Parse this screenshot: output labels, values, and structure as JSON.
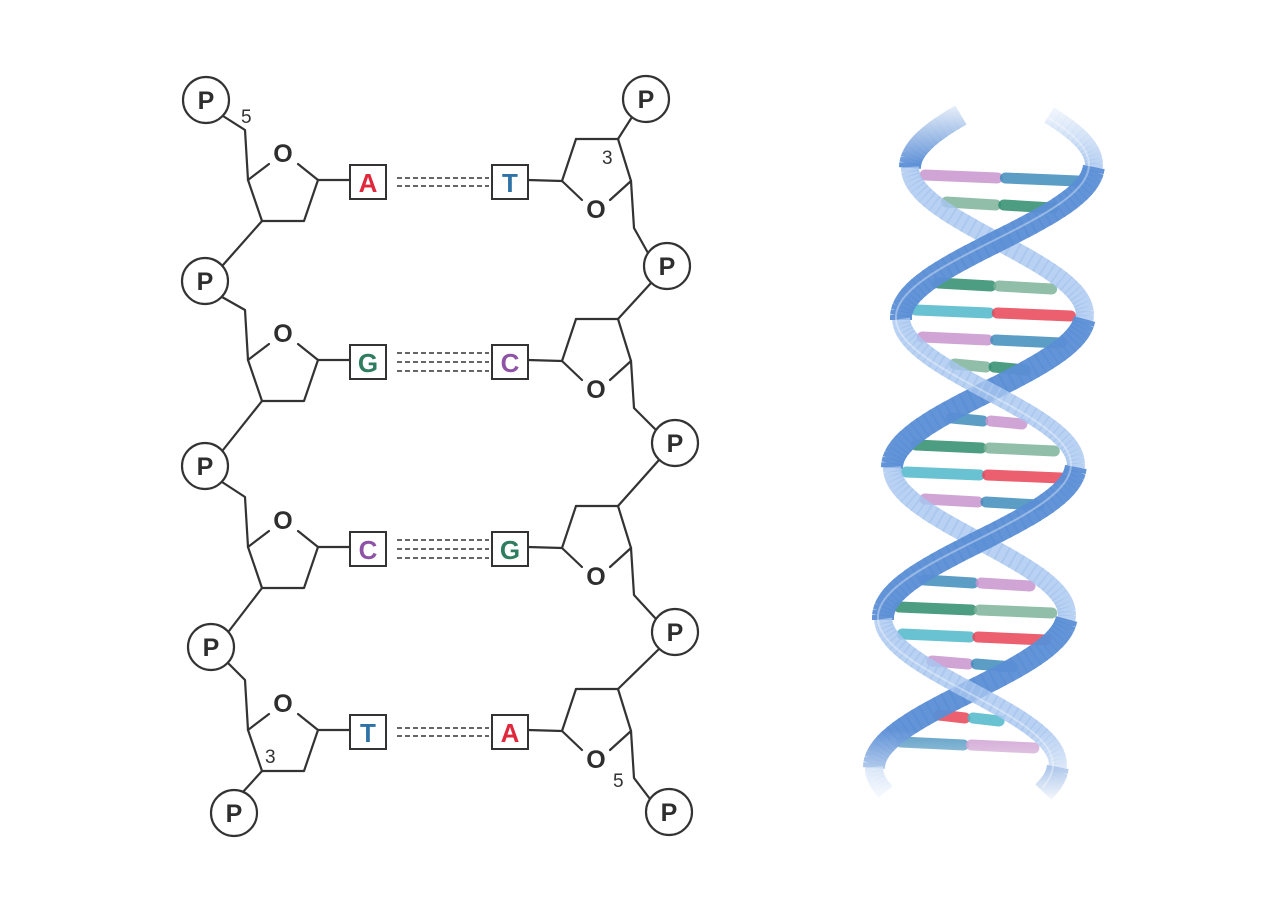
{
  "phosphate_label": "P",
  "oxygen_label": "O",
  "left_strand_ends": {
    "top": "5",
    "bottom": "3"
  },
  "right_strand_ends": {
    "top": "3",
    "bottom": "5"
  },
  "base_pairs": [
    {
      "left": "A",
      "right": "T",
      "bonds": 2
    },
    {
      "left": "G",
      "right": "C",
      "bonds": 3
    },
    {
      "left": "C",
      "right": "G",
      "bonds": 3
    },
    {
      "left": "T",
      "right": "A",
      "bonds": 2
    }
  ],
  "base_colors": {
    "A": "#e0283c",
    "T": "#2f73a6",
    "G": "#2e7d5e",
    "C": "#8e53a6"
  },
  "helix_colors": {
    "strand": "#5b8fd6",
    "strand_light": "#a8c6ef",
    "rungs": [
      "#c895cd",
      "#7db39a",
      "#e84456",
      "#3f8cbb",
      "#2e8c6e",
      "#4fb8c9"
    ]
  }
}
